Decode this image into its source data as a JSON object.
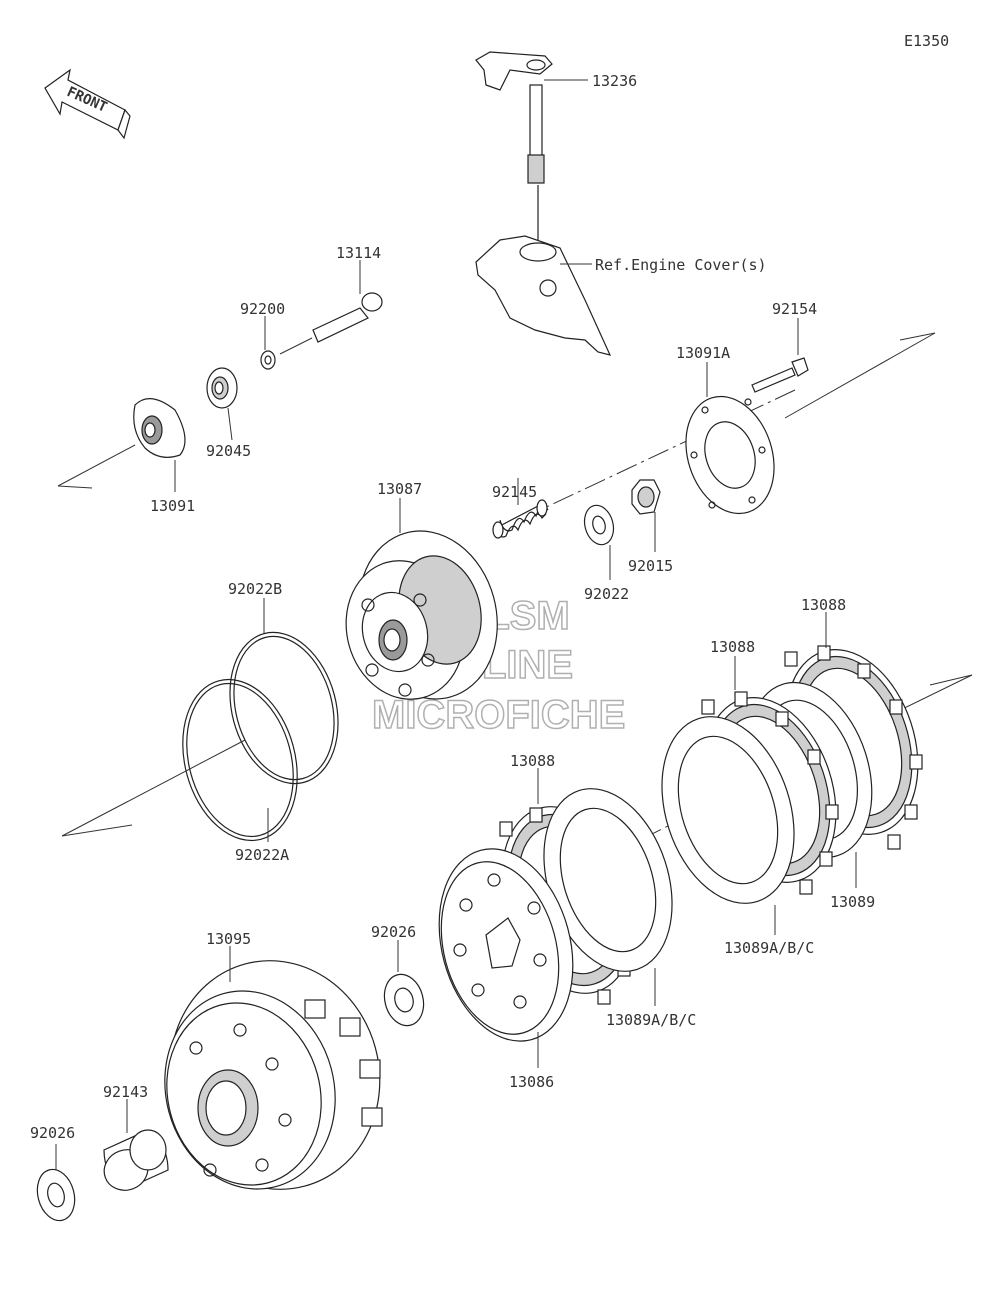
{
  "diagram_code": "E1350",
  "front_label": "FRONT",
  "ref_note": "Ref.Engine Cover(s)",
  "watermark": [
    "MLSM",
    "ONLINE",
    "MICROFICHE"
  ],
  "parts": {
    "p13236": "13236",
    "p13114": "13114",
    "p92200": "92200",
    "p92045": "92045",
    "p13091": "13091",
    "p92154": "92154",
    "p13091A": "13091A",
    "p13087": "13087",
    "p92145": "92145",
    "p92022": "92022",
    "p92015": "92015",
    "p92022B": "92022B",
    "p92022A": "92022A",
    "p13088_top": "13088",
    "p13088_mid": "13088",
    "p13088_left": "13088",
    "p13089": "13089",
    "p13089ABC_right": "13089A/B/C",
    "p13089ABC_left": "13089A/B/C",
    "p92026_mid": "92026",
    "p13095": "13095",
    "p13086": "13086",
    "p92143": "92143",
    "p92026_left": "92026"
  }
}
